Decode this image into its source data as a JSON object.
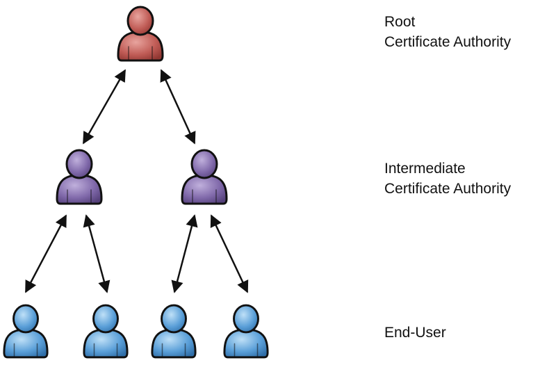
{
  "levels": {
    "root": {
      "line1": "Root",
      "line2": "Certificate Authority"
    },
    "intermediate": {
      "line1": "Intermediate",
      "line2": "Certificate Authority"
    },
    "end_user": {
      "line1": "End-User"
    }
  },
  "colors": {
    "root_person": "#b9544f",
    "root_person_light": "#e39a94",
    "intermediate_person": "#7a62a3",
    "intermediate_person_light": "#b7a6d4",
    "end_user_person": "#4f95d1",
    "end_user_person_light": "#a9d2f2",
    "outline": "#111111",
    "arrow": "#111111",
    "text": "#111111"
  },
  "icons": {
    "person": "person-icon",
    "arrow": "bidirectional-arrow"
  }
}
